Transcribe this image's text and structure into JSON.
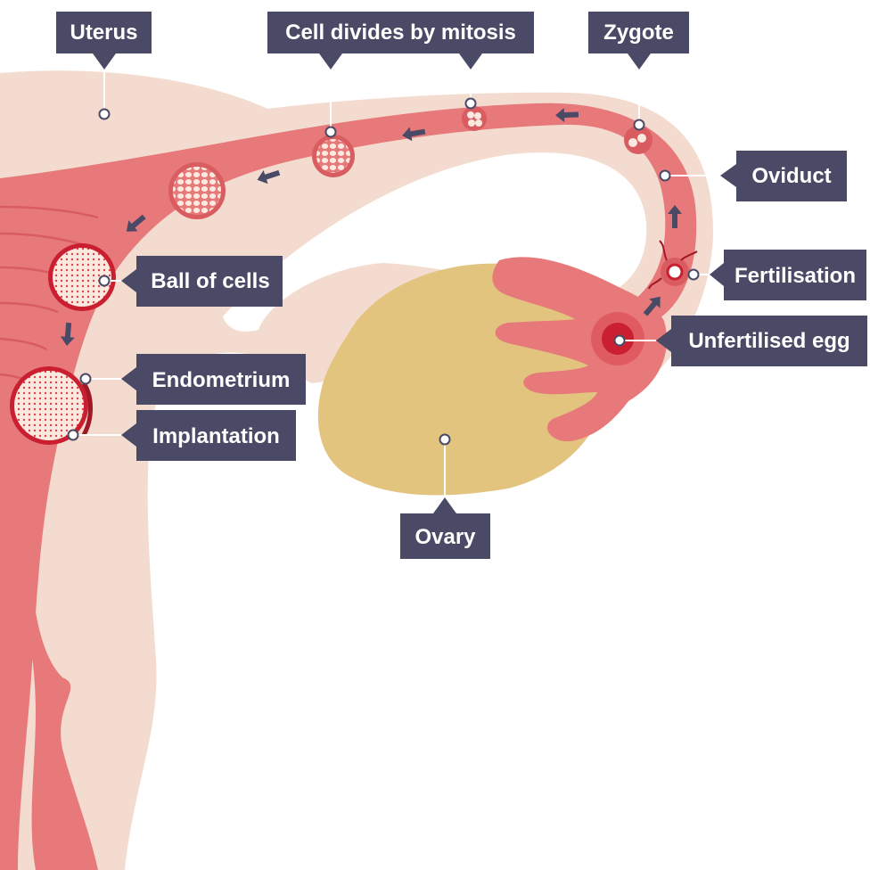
{
  "diagram": {
    "labels": {
      "uterus": "Uterus",
      "mitosis": "Cell divides by mitosis",
      "zygote": "Zygote",
      "oviduct": "Oviduct",
      "fertilisation": "Fertilisation",
      "unfertilised_egg": "Unfertilised egg",
      "ball_of_cells": "Ball of cells",
      "endometrium": "Endometrium",
      "implantation": "Implantation",
      "ovary": "Ovary"
    },
    "colors": {
      "uterus_outer": "#f3dccf",
      "tissue": "#e8797a",
      "tissue_dark": "#d85c60",
      "ovary": "#e2c47e",
      "egg": "#c91f30",
      "cell_fill": "#fbe9df",
      "label_box": "#4b4a66"
    }
  }
}
